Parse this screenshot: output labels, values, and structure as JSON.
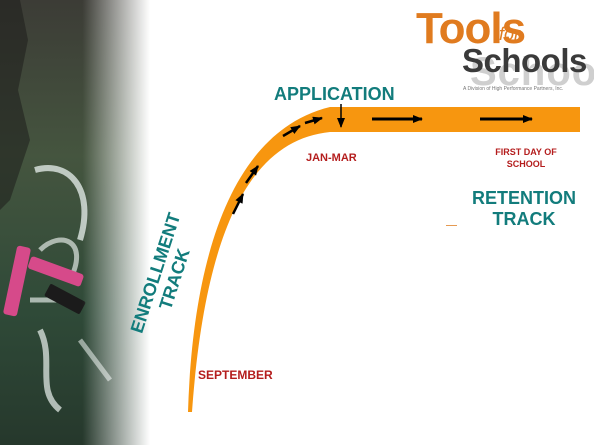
{
  "logo": {
    "tools": "Tools",
    "for": "for",
    "schools": "Schools",
    "ghost": "Schools",
    "tagline": "A Division of High Performance Partners, Inc."
  },
  "diagram": {
    "application": "APPLICATION",
    "jan_mar": "JAN-MAR",
    "first_day": "FIRST DAY OF SCHOOL",
    "retention": "RETENTION TRACK",
    "enrollment": "ENROLLMENT TRACK",
    "september": "SEPTEMBER"
  },
  "colors": {
    "track_orange": "#f7960f",
    "label_teal": "#127c7c",
    "label_red": "#b41d1d",
    "arrow": "#000000",
    "chalkboard": "#2f4a38"
  }
}
